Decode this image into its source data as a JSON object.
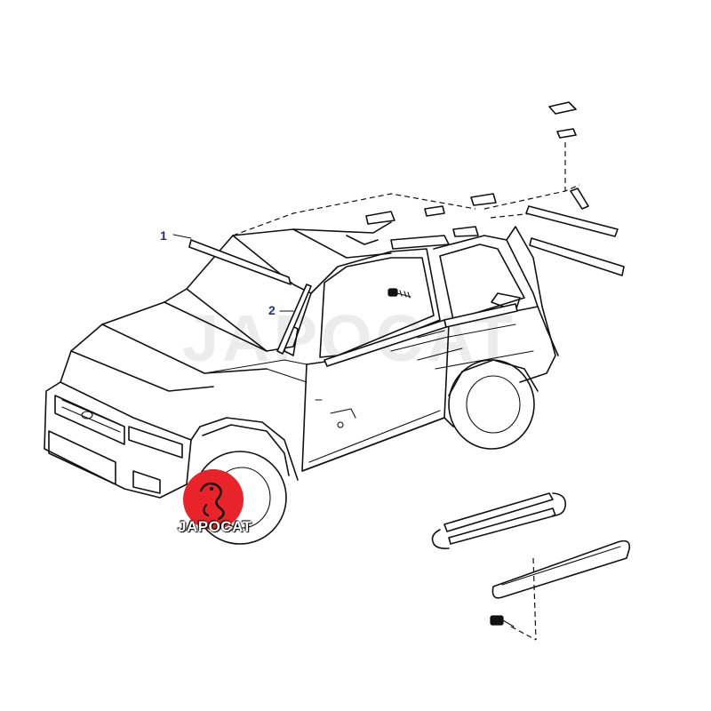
{
  "colors": {
    "callout": "#2b2b8c",
    "logo_red": "#e8232a",
    "line": "#111111"
  },
  "callouts": [
    {
      "label": "1"
    },
    {
      "label": "2"
    }
  ],
  "watermark": {
    "text": "JAPOCAT"
  },
  "logo": {
    "text": "JAPOCAT",
    "icon": "japocat-logo-icon"
  }
}
